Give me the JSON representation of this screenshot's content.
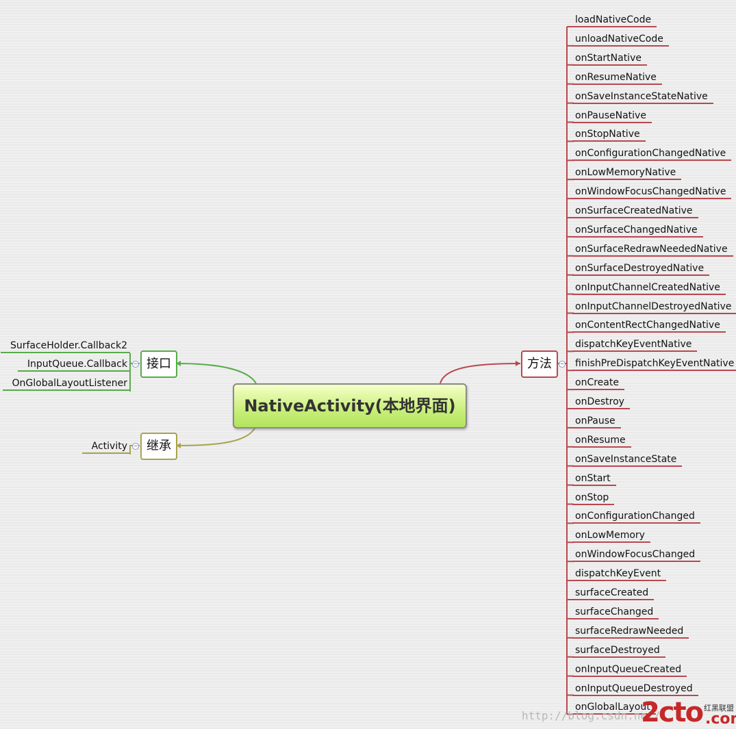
{
  "central": {
    "label": "NativeActivity(本地界面)"
  },
  "branches": {
    "methods": {
      "label": "方法",
      "color": "#b8474f",
      "items": [
        "loadNativeCode",
        "unloadNativeCode",
        "onStartNative",
        "onResumeNative",
        "onSaveInstanceStateNative",
        "onPauseNative",
        "onStopNative",
        "onConfigurationChangedNative",
        "onLowMemoryNative",
        "onWindowFocusChangedNative",
        "onSurfaceCreatedNative",
        "onSurfaceChangedNative",
        "onSurfaceRedrawNeededNative",
        "onSurfaceDestroyedNative",
        "onInputChannelCreatedNative",
        "onInputChannelDestroyedNative",
        "onContentRectChangedNative",
        "dispatchKeyEventNative",
        "finishPreDispatchKeyEventNative",
        "onCreate",
        "onDestroy",
        "onPause",
        "onResume",
        "onSaveInstanceState",
        "onStart",
        "onStop",
        "onConfigurationChanged",
        "onLowMemory",
        "onWindowFocusChanged",
        "dispatchKeyEvent",
        "surfaceCreated",
        "surfaceChanged",
        "surfaceRedrawNeeded",
        "surfaceDestroyed",
        "onInputQueueCreated",
        "onInputQueueDestroyed",
        "onGlobalLayout"
      ]
    },
    "interfaces": {
      "label": "接口",
      "color": "#58ab4a",
      "items": [
        "SurfaceHolder.Callback2",
        "InputQueue.Callback",
        "OnGlobalLayoutListener"
      ]
    },
    "inherits": {
      "label": "继承",
      "color": "#a8a34c",
      "items": [
        "Activity"
      ]
    }
  },
  "watermark": {
    "url": "http://blog.csdn.net/...",
    "logo": "2cto",
    "logo_suffix": ".com",
    "site_name": "红黑联盟"
  }
}
